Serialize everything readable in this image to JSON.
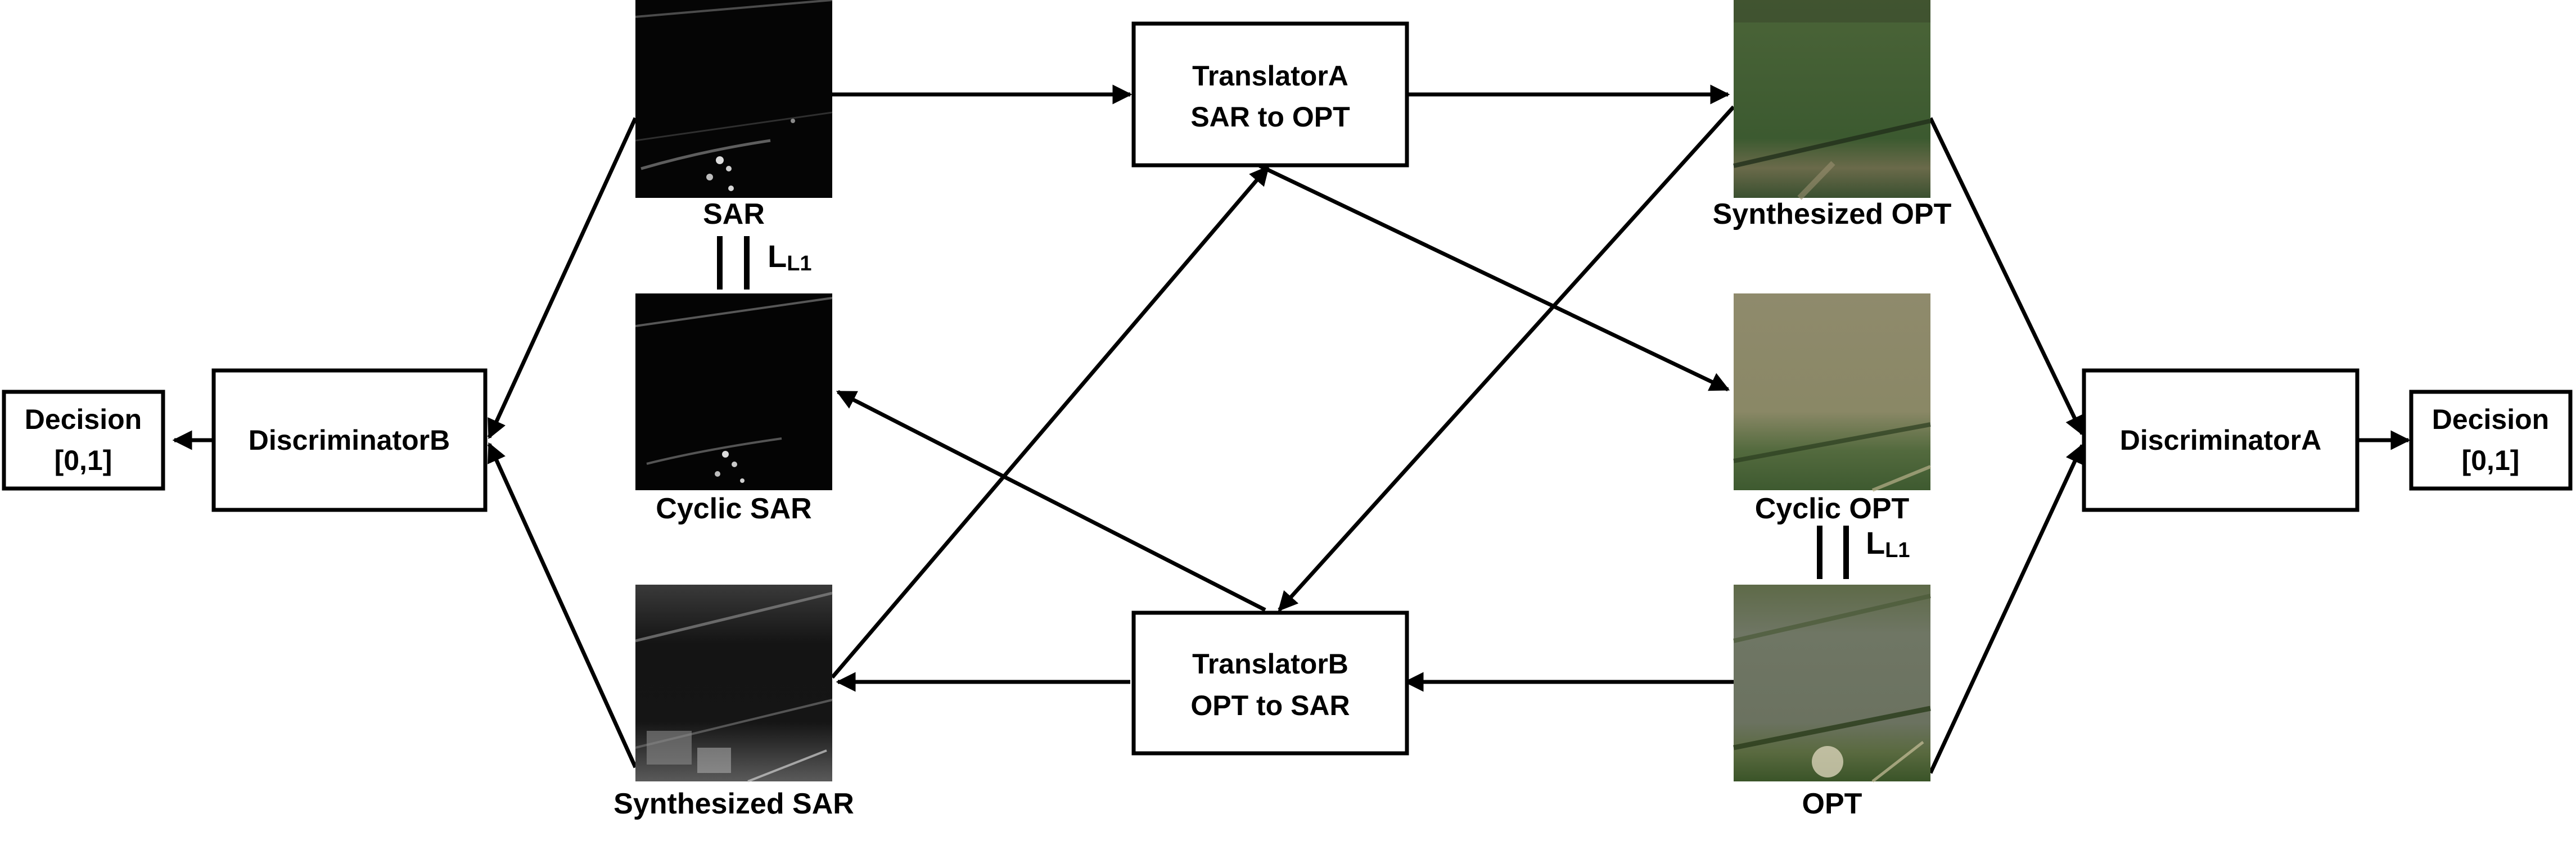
{
  "nodes": {
    "decision_left": {
      "line1": "Decision",
      "line2": "[0,1]"
    },
    "discriminator_b": {
      "label": "DiscriminatorB"
    },
    "translator_a": {
      "line1": "TranslatorA",
      "line2": "SAR to OPT"
    },
    "translator_b": {
      "line1": "TranslatorB",
      "line2": "OPT to SAR"
    },
    "discriminator_a": {
      "label": "DiscriminatorA"
    },
    "decision_right": {
      "line1": "Decision",
      "line2": "[0,1]"
    }
  },
  "images": {
    "sar": {
      "caption": "SAR"
    },
    "cyclic_sar": {
      "caption": "Cyclic SAR"
    },
    "synthesized_sar": {
      "caption": "Synthesized SAR"
    },
    "synthesized_opt": {
      "caption": "Synthesized OPT"
    },
    "cyclic_opt": {
      "caption": "Cyclic OPT"
    },
    "opt": {
      "caption": "OPT"
    }
  },
  "losses": {
    "sar_pair": {
      "main": "L",
      "sub": "L1"
    },
    "opt_pair": {
      "main": "L",
      "sub": "L1"
    }
  },
  "colors": {
    "sar_dark": "#050505",
    "sar_mid": "#2a2a2a",
    "opt_field": "#3f5a32",
    "opt_cyclic": "#8a8866",
    "opt_real": "#6e7562"
  }
}
